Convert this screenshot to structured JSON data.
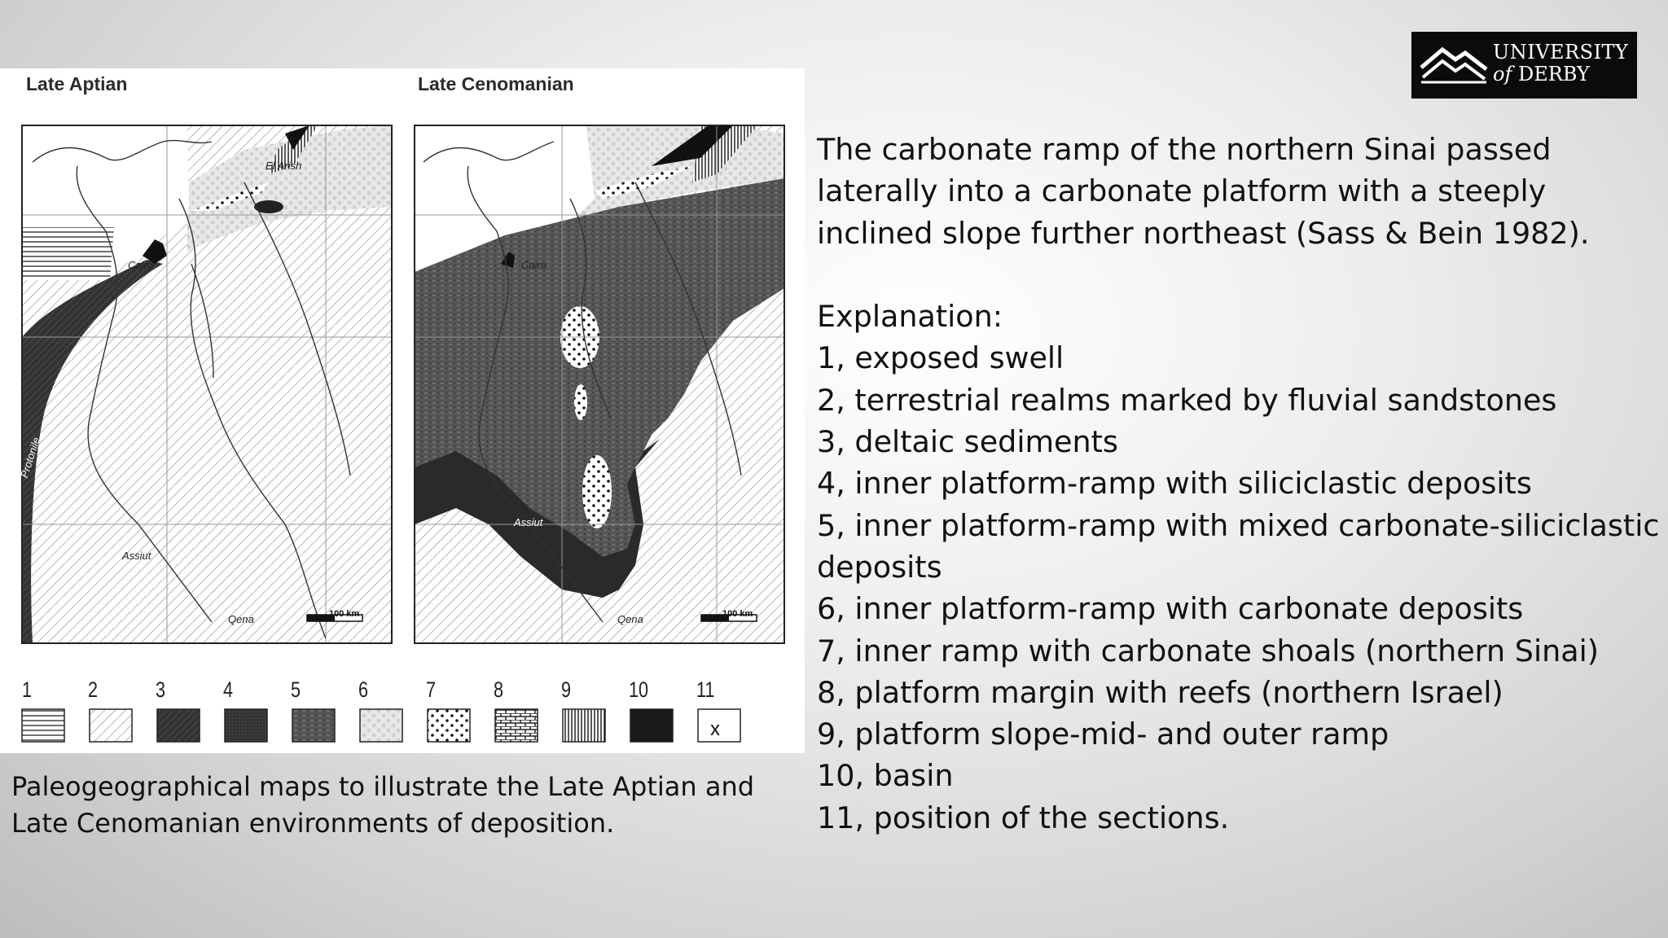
{
  "figure": {
    "map_left_title": "Late Aptian",
    "map_right_title": "Late Cenomanian",
    "labels_left": {
      "cairo": "Cairo",
      "el_arish": "El Arish",
      "assiut": "Assiut",
      "qena": "Qena",
      "proto_nile": "Protonile",
      "scale": "100 km"
    },
    "labels_right": {
      "cairo": "Cairo",
      "assiut": "Assiut",
      "qena": "Qena",
      "scale": "100 km"
    },
    "legend": [
      {
        "number": "1"
      },
      {
        "number": "2"
      },
      {
        "number": "3"
      },
      {
        "number": "4"
      },
      {
        "number": "5"
      },
      {
        "number": "6"
      },
      {
        "number": "7"
      },
      {
        "number": "8"
      },
      {
        "number": "9"
      },
      {
        "number": "10"
      },
      {
        "number": "11",
        "symbol": "x"
      }
    ]
  },
  "caption": "Paleogeographical maps to illustrate the Late Aptian and Late Cenomanian environments of deposition.",
  "logo": {
    "line1": "UNIVERSITY",
    "line2_prefix": "of",
    "line2_suffix": "DERBY"
  },
  "body": {
    "intro": "The carbonate ramp of the northern Sinai passed laterally into a carbonate platform with a steeply inclined slope further northeast (Sass & Bein 1982).",
    "explanation_heading": "Explanation:",
    "items": [
      "1, exposed swell",
      "2, terrestrial realms marked by fluvial sandstones",
      "3, deltaic sediments",
      "4, inner platform-ramp with siliciclastic deposits",
      "5, inner platform-ramp with mixed carbonate-siliciclastic deposits",
      "6, inner platform-ramp with carbonate deposits",
      "7, inner ramp with carbonate shoals (northern Sinai)",
      "8, platform margin with reefs (northern Israel)",
      "9, platform slope-mid- and outer ramp",
      "10, basin",
      "11, position of the sections."
    ]
  }
}
